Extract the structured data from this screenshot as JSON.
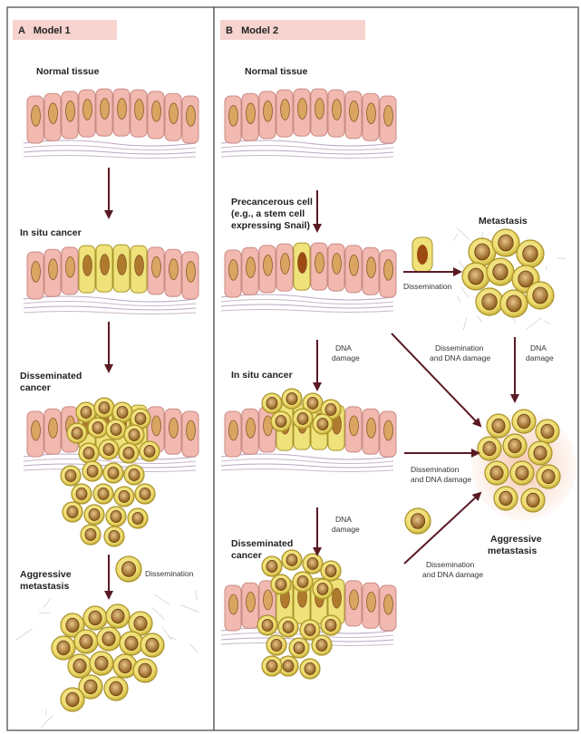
{
  "panel_a": {
    "header": "A   Model 1",
    "stage_normal": "Normal tissue",
    "stage_insitu": "In situ cancer",
    "stage_dissem_1": "Disseminated",
    "stage_dissem_2": "cancer",
    "stage_aggr_1": "Aggressive",
    "stage_aggr_2": "metastasis",
    "dissemination": "Dissemination"
  },
  "panel_b": {
    "header": "B   Model 2",
    "stage_normal": "Normal tissue",
    "precancer_1": "Precancerous cell",
    "precancer_2": "(e.g., a stem cell",
    "precancer_3": "expressing Snail)",
    "metastasis": "Metastasis",
    "dissemination": "Dissemination",
    "dna1_1": "DNA",
    "dna1_2": "damage",
    "dna2_1": "DNA",
    "dna2_2": "damage",
    "dna3_1": "DNA",
    "dna3_2": "damage",
    "stage_insitu": "In situ cancer",
    "dd1_1": "Dissemination",
    "dd1_2": "and DNA damage",
    "dd2_1": "Dissemination",
    "dd2_2": "and DNA damage",
    "dd3_1": "Dissemination",
    "dd3_2": "and DNA damage",
    "stage_dissem_1": "Disseminated",
    "stage_dissem_2": "cancer",
    "aggr_1": "Aggressive",
    "aggr_2": "metastasis"
  },
  "colors": {
    "normal_cell": "#f2b9b0",
    "normal_nucleus": "#d9a561",
    "cancer_cell": "#efe27a",
    "cancer_cell_dark": "#b8a62e",
    "precancer_nucleus": "#9c4a12",
    "arrow": "#5a1a24",
    "header_bar": "#f6d3cf"
  }
}
